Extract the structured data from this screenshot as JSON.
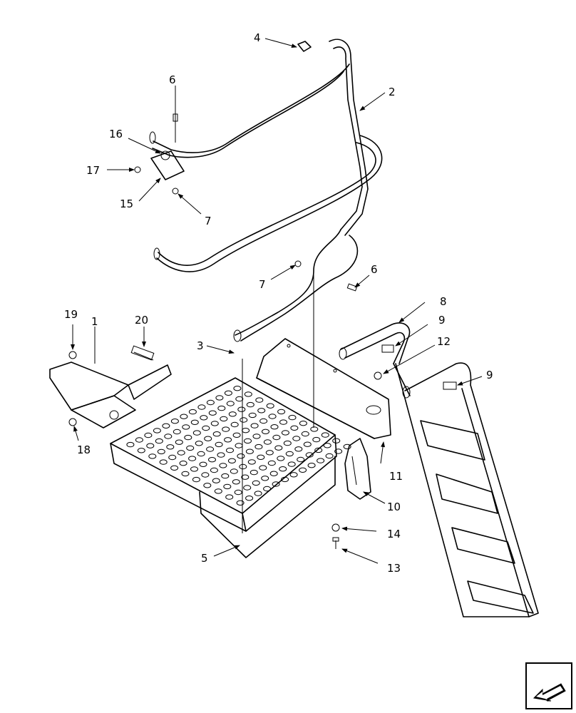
{
  "callouts": [
    {
      "id": "1",
      "label": "1"
    },
    {
      "id": "2",
      "label": "2"
    },
    {
      "id": "3",
      "label": "3"
    },
    {
      "id": "4",
      "label": "4"
    },
    {
      "id": "5",
      "label": "5"
    },
    {
      "id": "6a",
      "label": "6"
    },
    {
      "id": "6b",
      "label": "6"
    },
    {
      "id": "7a",
      "label": "7"
    },
    {
      "id": "7b",
      "label": "7"
    },
    {
      "id": "8",
      "label": "8"
    },
    {
      "id": "9a",
      "label": "9"
    },
    {
      "id": "9b",
      "label": "9"
    },
    {
      "id": "10",
      "label": "10"
    },
    {
      "id": "11",
      "label": "11"
    },
    {
      "id": "12",
      "label": "12"
    },
    {
      "id": "13",
      "label": "13"
    },
    {
      "id": "14",
      "label": "14"
    },
    {
      "id": "15",
      "label": "15"
    },
    {
      "id": "16",
      "label": "16"
    },
    {
      "id": "17",
      "label": "17"
    },
    {
      "id": "18",
      "label": "18"
    },
    {
      "id": "19",
      "label": "19"
    },
    {
      "id": "20",
      "label": "20"
    }
  ],
  "icons": {
    "nav_button": "arrow-down-left-icon"
  }
}
